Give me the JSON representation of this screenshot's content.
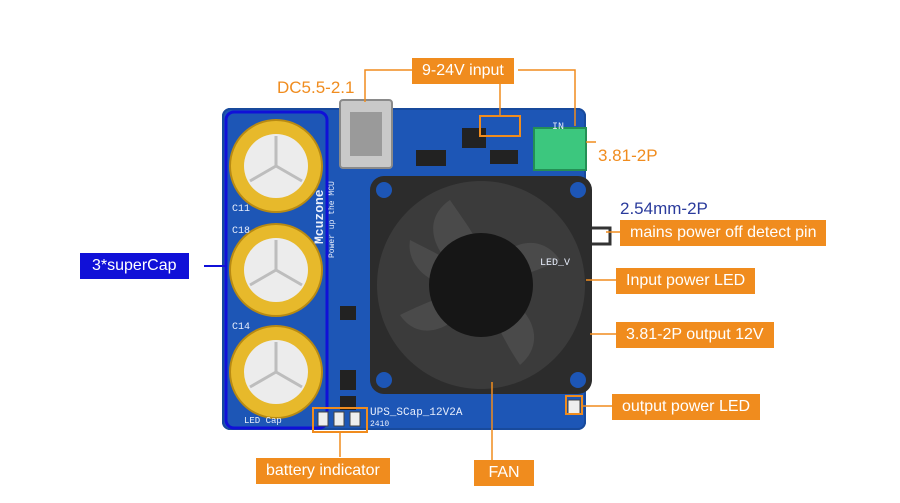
{
  "labels": {
    "input_voltage": "9-24V input",
    "dc_jack": "DC5.5-2.1",
    "terminal_in": "3.81-2P",
    "header_pin": "2.54mm-2P",
    "mains_detect": "mains power off detect pin",
    "input_led": "Input power LED",
    "output_terminal": "3.81-2P output 12V",
    "output_led": "output power LED",
    "supercap": "3*superCap",
    "battery_indicator": "battery indicator",
    "fan": "FAN"
  },
  "silkscreen": {
    "c11": "C11",
    "c18": "C18",
    "c14": "C14",
    "brand": "Mcuzone",
    "tagline": "Power up the MCU",
    "board_name": "UPS_SCap_12V2A",
    "date_code": "2410",
    "led_cap": "LED Cap",
    "in_mark": "IN",
    "led_v": "LED_V"
  },
  "colors": {
    "orange": "#f08c1e",
    "blue_label": "#1010d8",
    "pcb": "#1d56b6"
  }
}
